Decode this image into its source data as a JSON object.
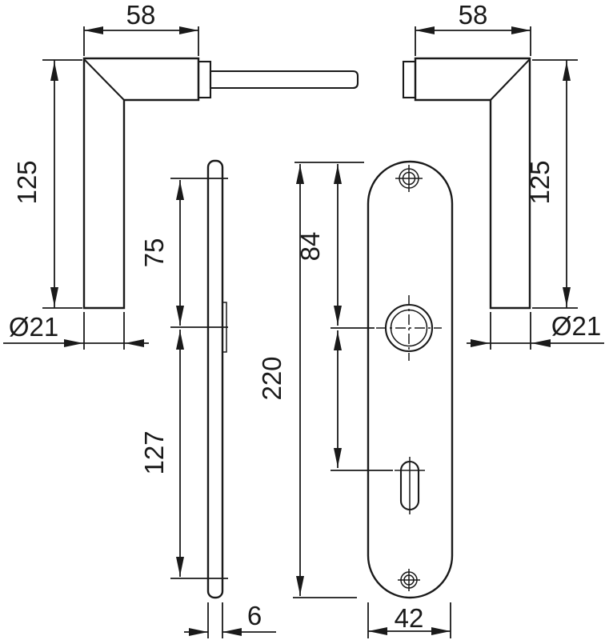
{
  "drawing": {
    "kind": "technical-dimension-drawing",
    "subject": "door lever handle set with long backplate and keyhole",
    "background_color": "#ffffff",
    "line_color": "#1a1a1a",
    "views": {
      "handle_left": {
        "label": "left lever handle side view",
        "dims": {
          "width": "58",
          "length": "125",
          "grip_diameter": "Ø21"
        }
      },
      "handle_right": {
        "label": "right lever handle side view",
        "dims": {
          "width": "58",
          "length": "125",
          "grip_diameter": "Ø21"
        }
      },
      "plate_side": {
        "label": "backplate side view",
        "dims": {
          "screw_to_hub": "75",
          "hub_to_screw": "127",
          "thickness": "6"
        }
      },
      "plate_front": {
        "label": "backplate front view",
        "dims": {
          "top_to_hub_center": "84",
          "length": "220",
          "width": "42"
        }
      }
    }
  }
}
